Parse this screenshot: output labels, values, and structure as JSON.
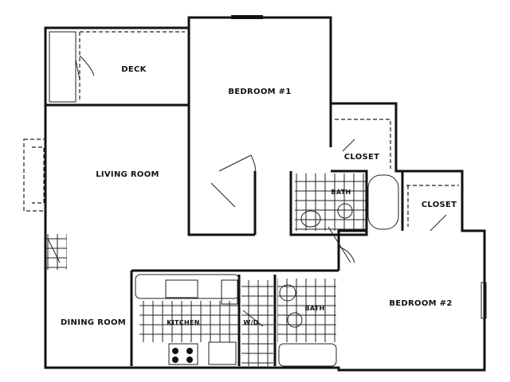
{
  "rooms": {
    "deck": "DECK",
    "bedroom1": "BEDROOM #1",
    "closet1": "CLOSET",
    "living": "LIVING ROOM",
    "bath1": "BATH",
    "closet2": "CLOSET",
    "bedroom2": "BEDROOM #2",
    "bath2": "BATH",
    "dining": "DINING ROOM",
    "kitchen": "KITCHEN",
    "laundry": "W/D"
  },
  "colors": {
    "line": "#111111",
    "background": "#ffffff"
  }
}
